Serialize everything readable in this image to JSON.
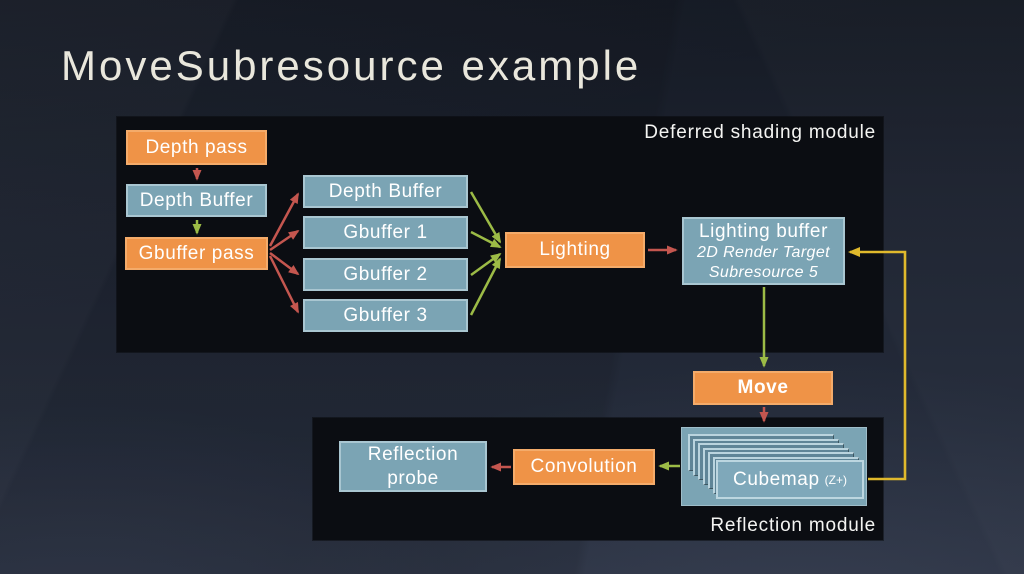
{
  "slide": {
    "title": "MoveSubresource example"
  },
  "modules": {
    "deferred": {
      "caption": "Deferred shading module"
    },
    "reflection": {
      "caption": "Reflection module"
    }
  },
  "nodes": {
    "depth_pass": {
      "label": "Depth pass"
    },
    "depth_buffer_left": {
      "label": "Depth Buffer"
    },
    "gbuffer_pass": {
      "label": "Gbuffer pass"
    },
    "depth_buffer_mid": {
      "label": "Depth Buffer"
    },
    "gbuffer_1": {
      "label": "Gbuffer 1"
    },
    "gbuffer_2": {
      "label": "Gbuffer 2"
    },
    "gbuffer_3": {
      "label": "Gbuffer 3"
    },
    "lighting": {
      "label": "Lighting"
    },
    "lighting_buffer": {
      "label": "Lighting buffer",
      "sub1": "2D Render Target",
      "sub2": "Subresource 5"
    },
    "move": {
      "label": "Move"
    },
    "cubemap": {
      "label": "Cubemap",
      "face": "(Z+)"
    },
    "convolution": {
      "label": "Convolution"
    },
    "reflection_probe": {
      "label": "Reflection probe"
    }
  },
  "edges": [
    {
      "from": "depth_pass",
      "to": "depth_buffer_left",
      "color": "red"
    },
    {
      "from": "depth_buffer_left",
      "to": "gbuffer_pass",
      "color": "green"
    },
    {
      "from": "gbuffer_pass",
      "to": "depth_buffer_mid",
      "color": "red"
    },
    {
      "from": "gbuffer_pass",
      "to": "gbuffer_1",
      "color": "red"
    },
    {
      "from": "gbuffer_pass",
      "to": "gbuffer_2",
      "color": "red"
    },
    {
      "from": "gbuffer_pass",
      "to": "gbuffer_3",
      "color": "red"
    },
    {
      "from": "depth_buffer_mid",
      "to": "lighting",
      "color": "green"
    },
    {
      "from": "gbuffer_1",
      "to": "lighting",
      "color": "green"
    },
    {
      "from": "gbuffer_2",
      "to": "lighting",
      "color": "green"
    },
    {
      "from": "gbuffer_3",
      "to": "lighting",
      "color": "green"
    },
    {
      "from": "lighting",
      "to": "lighting_buffer",
      "color": "red"
    },
    {
      "from": "lighting_buffer",
      "to": "move",
      "color": "green"
    },
    {
      "from": "move",
      "to": "cubemap",
      "color": "red"
    },
    {
      "from": "cubemap",
      "to": "lighting_buffer",
      "color": "yellow"
    },
    {
      "from": "cubemap",
      "to": "convolution",
      "color": "green"
    },
    {
      "from": "convolution",
      "to": "reflection_probe",
      "color": "red"
    }
  ],
  "colors": {
    "background": "#232936",
    "panel": "#0b0d12",
    "title_text": "#e9e7dc",
    "orange_fill": "#ef9347",
    "orange_border": "#f4ab6a",
    "blue_fill": "#7ba4b4",
    "blue_border": "#a9c6d1",
    "stack_fill": "#5f8597",
    "arrow_red": "#c4564f",
    "arrow_green": "#9cbb46",
    "arrow_yellow": "#e0b92c"
  }
}
